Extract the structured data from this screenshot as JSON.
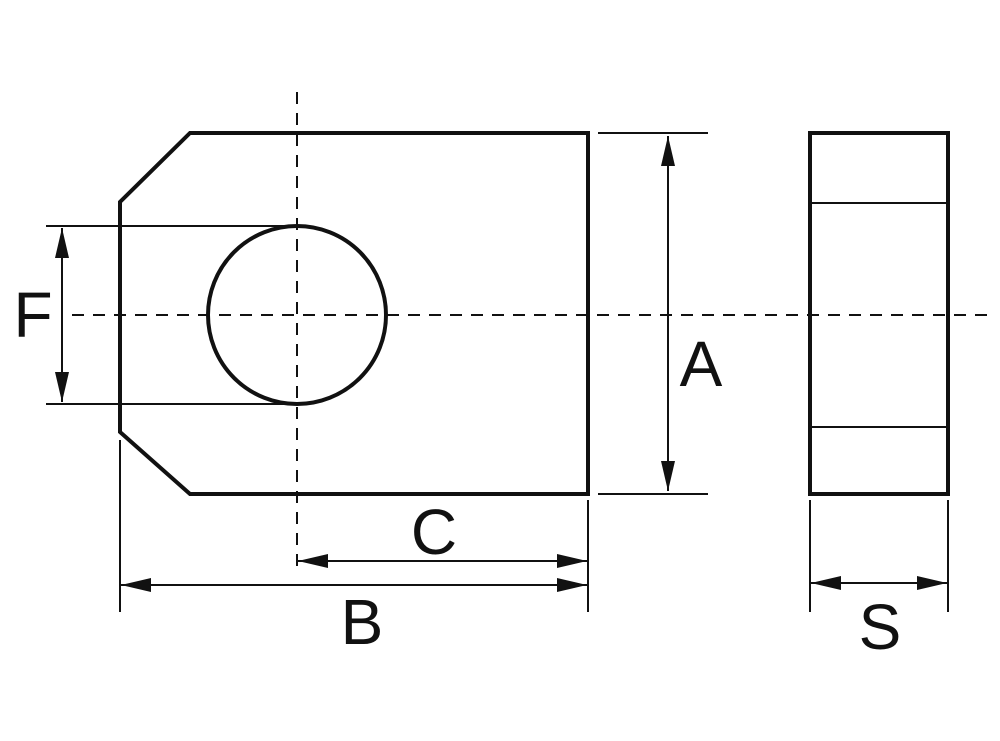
{
  "labels": {
    "A": "A",
    "B": "B",
    "C": "C",
    "F": "F",
    "S": "S"
  },
  "colors": {
    "line": "#111111",
    "background": "#ffffff"
  }
}
